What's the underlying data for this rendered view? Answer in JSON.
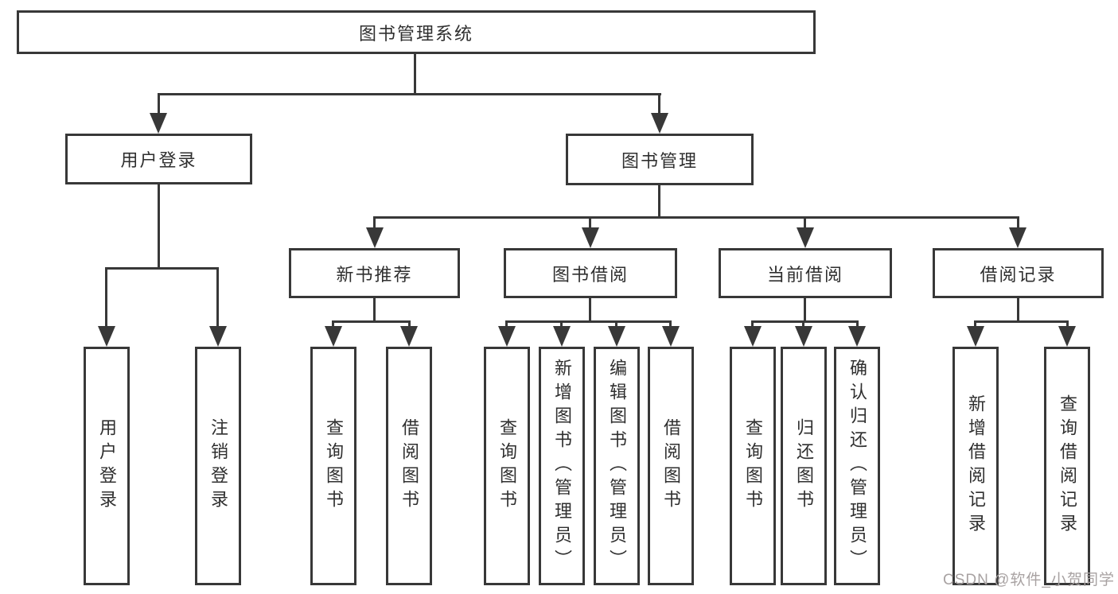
{
  "diagram": {
    "root": "图书管理系统",
    "nodes": {
      "user_login": {
        "label": "用户登录",
        "children": [
          "用户登录",
          "注销登录"
        ]
      },
      "book_management": {
        "label": "图书管理"
      },
      "new_book_recommend": {
        "label": "新书推荐",
        "children": [
          "查询图书",
          "借阅图书"
        ]
      },
      "book_borrowing": {
        "label": "图书借阅",
        "children": [
          "查询图书",
          "新增图书（管理员）",
          "编辑图书（管理员）",
          "借阅图书"
        ]
      },
      "current_borrowing": {
        "label": "当前借阅",
        "children": [
          "查询图书",
          "归还图书",
          "确认归还（管理员）"
        ]
      },
      "borrowing_records": {
        "label": "借阅记录",
        "children": [
          "新增借阅记录",
          "查询借阅记录"
        ]
      }
    }
  },
  "watermark": {
    "text": "CSDN @软件_小贺同学"
  },
  "colors": {
    "line": "#383838",
    "text": "#2f2f2f",
    "watermark": "#a8a2a2",
    "background": "#ffffff"
  }
}
